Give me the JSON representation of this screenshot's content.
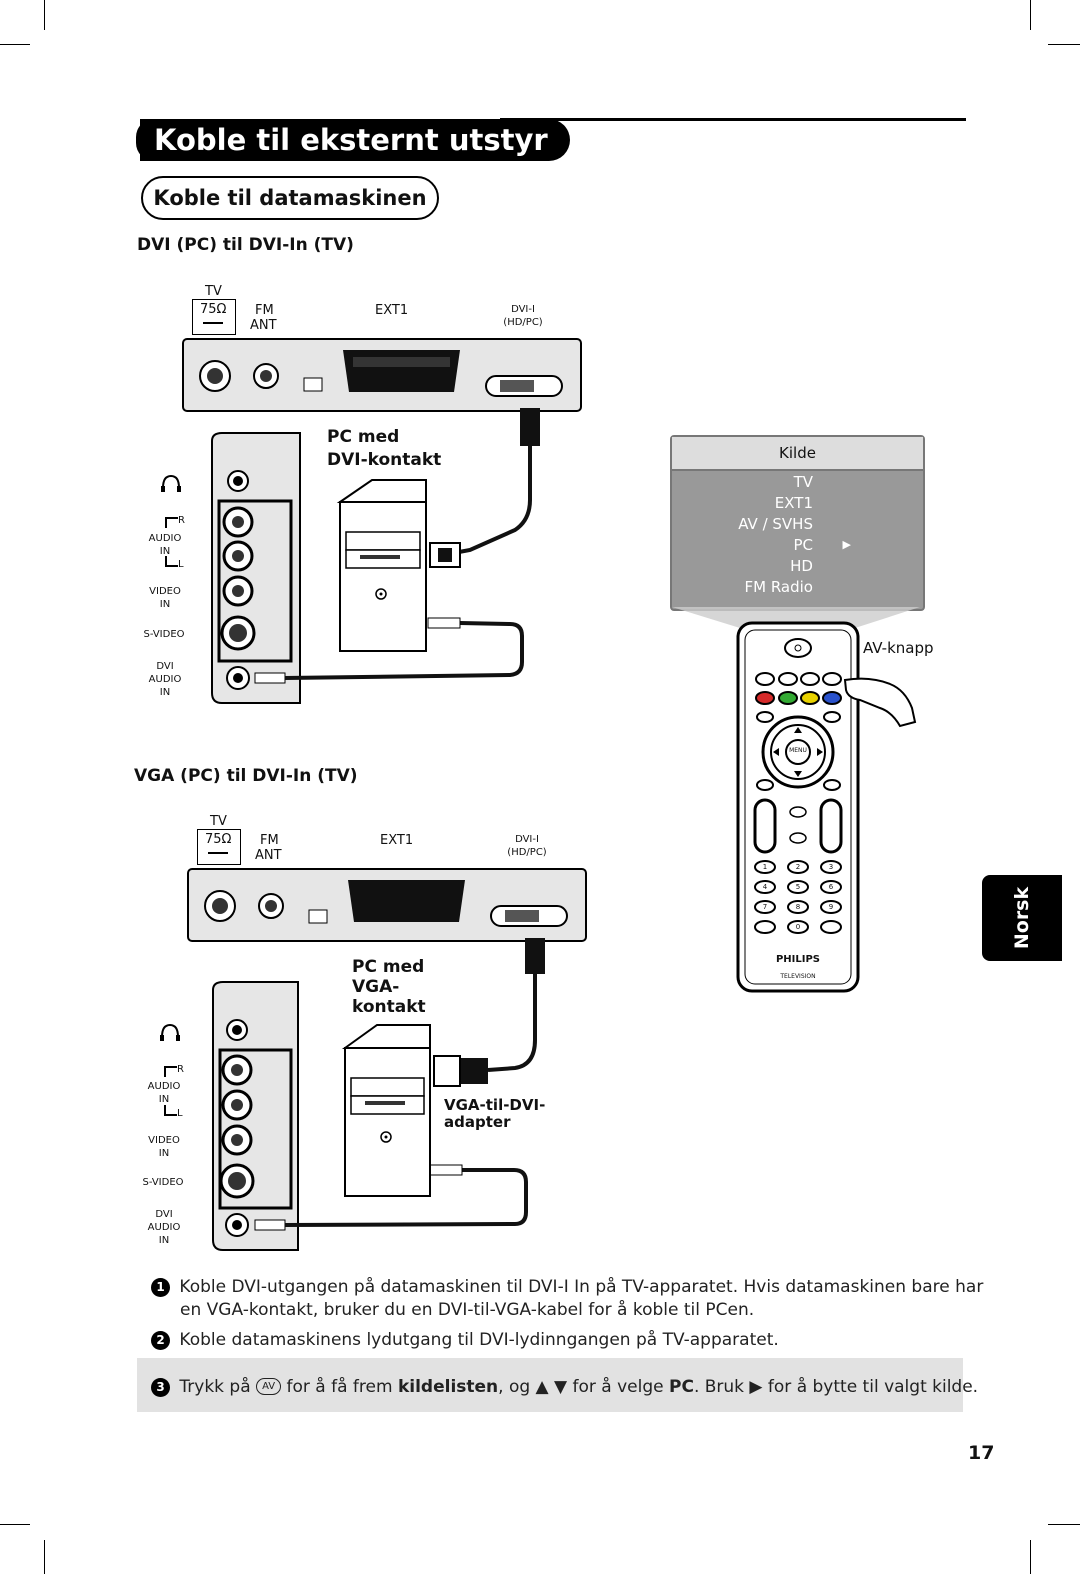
{
  "header": {
    "title": "Koble til eksternt utstyr",
    "subtitle": "Koble til datamaskinen"
  },
  "section_dvi": {
    "heading": "DVI (PC) til DVI-In (TV)",
    "pc_label_1": "PC med",
    "pc_label_2": "DVI-kontakt"
  },
  "section_vga": {
    "heading": "VGA (PC) til DVI-In (TV)",
    "pc_label_1": "PC med",
    "pc_label_2": "VGA-",
    "pc_label_3": "kontakt",
    "adapter_1": "VGA-til-DVI-",
    "adapter_2": "adapter"
  },
  "rear_panel": {
    "tv": "TV",
    "ohm": "75Ω",
    "fm": "FM",
    "ant": "ANT",
    "ext1": "EXT1",
    "dvi_1": "DVI-I",
    "dvi_2": "(HD/PC)"
  },
  "side_panel": {
    "r": "R",
    "l": "L",
    "audio_in": "AUDIO\nIN",
    "video_in": "VIDEO\nIN",
    "svideo": "S-VIDEO",
    "dvi_audio_in": "DVI\nAUDIO\nIN"
  },
  "source_menu": {
    "title": "Kilde",
    "items": [
      "TV",
      "EXT1",
      "AV / SVHS",
      "PC",
      "HD",
      "FM Radio"
    ],
    "selected_marker": "▶"
  },
  "remote": {
    "callout": "AV-knapp",
    "brand": "PHILIPS",
    "sub_brand": "TELEVISION",
    "menu": "MENU",
    "numbers": [
      "1",
      "2",
      "3",
      "4",
      "5",
      "6",
      "7",
      "8",
      "9",
      "0"
    ]
  },
  "steps": {
    "s1_line1": "Koble DVI-utgangen på datamaskinen til DVI-I In på TV-apparatet. Hvis datamaskinen bare har",
    "s1_line2": "en VGA-kontakt, bruker du en DVI-til-VGA-kabel for å koble til PCen.",
    "s2": "Koble datamaskinens lydutgang til DVI-lydinngangen på TV-apparatet.",
    "s3_a": "Trykk på",
    "s3_av": "AV",
    "s3_b": "for å få frem",
    "s3_bold1": "kildelisten",
    "s3_c": ", og ▲ ▼ for å velge",
    "s3_bold2": "PC",
    "s3_d": ". Bruk ▶ for å bytte til valgt kilde.",
    "num1": "1",
    "num2": "2",
    "num3": "3"
  },
  "side_tab": "Norsk",
  "page_number": "17"
}
